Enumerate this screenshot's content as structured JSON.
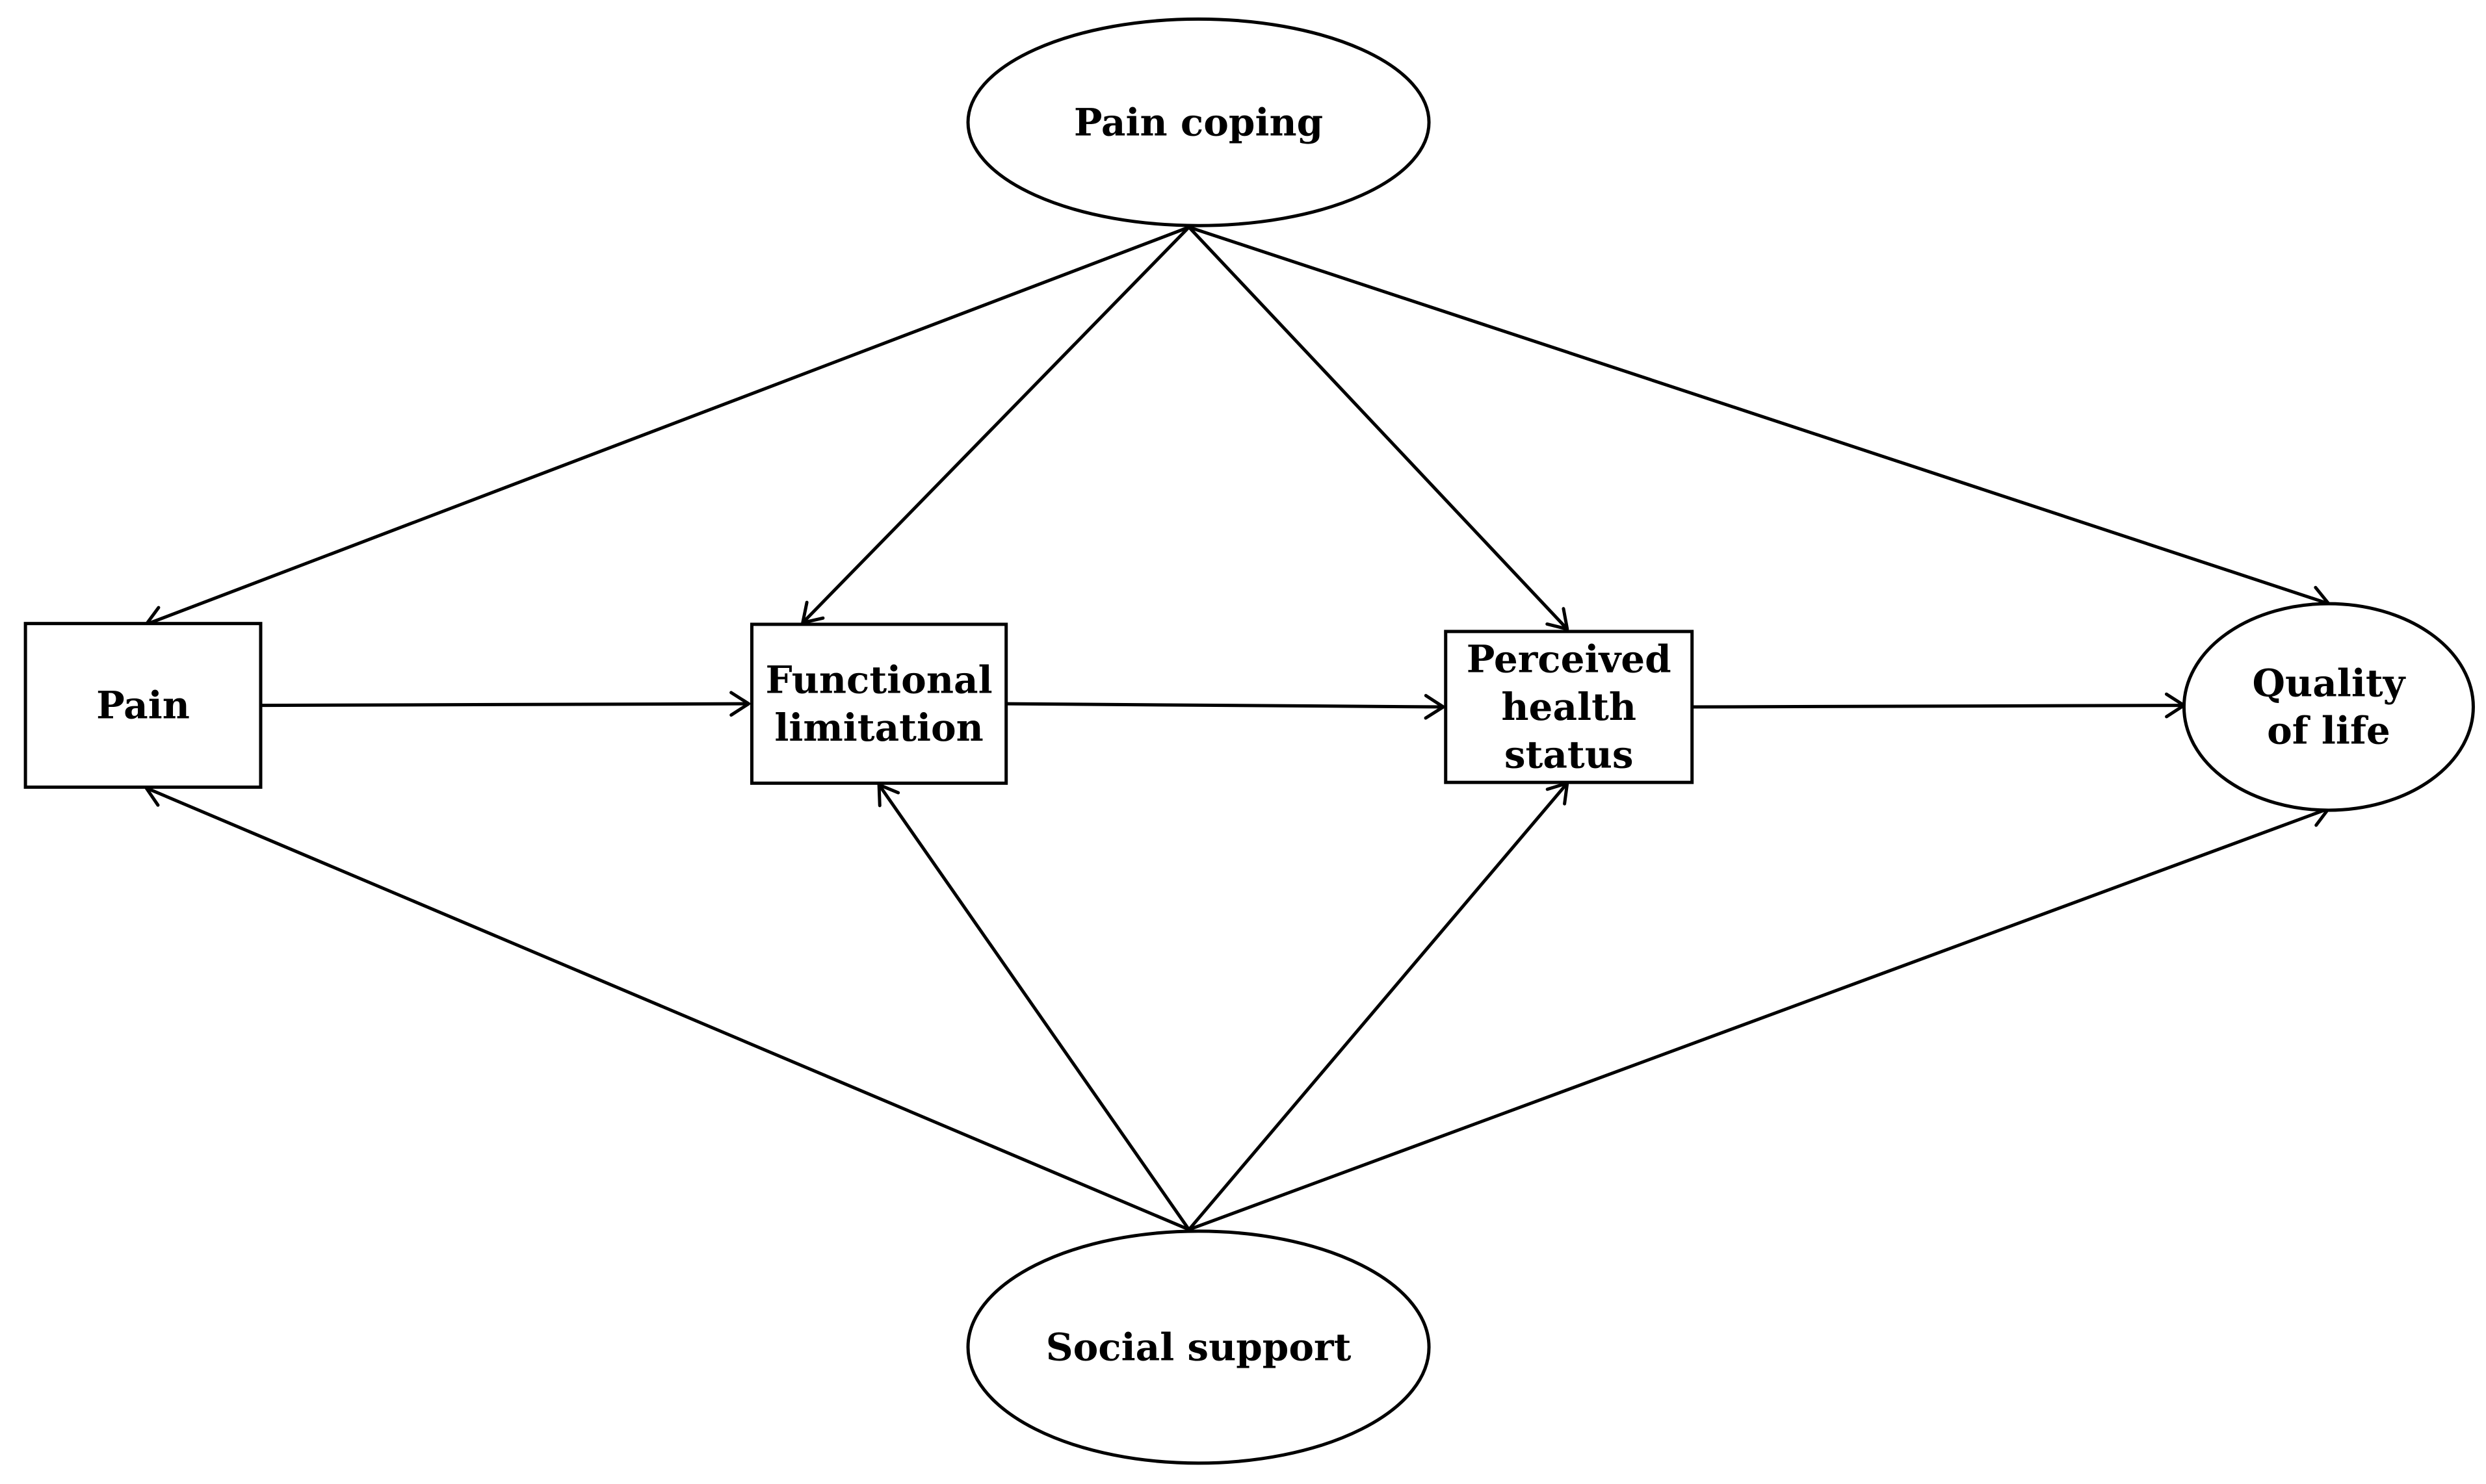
{
  "diagram": {
    "nodes": [
      {
        "id": "pain_coping",
        "shape": "ellipse",
        "lines": [
          "Pain  coping"
        ]
      },
      {
        "id": "pain",
        "shape": "rect",
        "lines": [
          "Pain"
        ]
      },
      {
        "id": "functional_limitation",
        "shape": "rect",
        "lines": [
          "Functional",
          "limitation"
        ]
      },
      {
        "id": "perceived_health_status",
        "shape": "rect",
        "lines": [
          "Perceived",
          "health",
          "status"
        ]
      },
      {
        "id": "quality_of_life",
        "shape": "ellipse",
        "lines": [
          "Quality",
          "of life"
        ]
      },
      {
        "id": "social_support",
        "shape": "ellipse",
        "lines": [
          "Social support"
        ]
      }
    ],
    "edges": [
      {
        "from": "pain_coping",
        "to": "pain"
      },
      {
        "from": "pain_coping",
        "to": "functional_limitation"
      },
      {
        "from": "pain_coping",
        "to": "perceived_health_status"
      },
      {
        "from": "pain_coping",
        "to": "quality_of_life"
      },
      {
        "from": "pain",
        "to": "functional_limitation"
      },
      {
        "from": "functional_limitation",
        "to": "perceived_health_status"
      },
      {
        "from": "perceived_health_status",
        "to": "quality_of_life"
      },
      {
        "from": "social_support",
        "to": "pain"
      },
      {
        "from": "social_support",
        "to": "functional_limitation"
      },
      {
        "from": "social_support",
        "to": "perceived_health_status"
      },
      {
        "from": "social_support",
        "to": "quality_of_life"
      }
    ]
  }
}
